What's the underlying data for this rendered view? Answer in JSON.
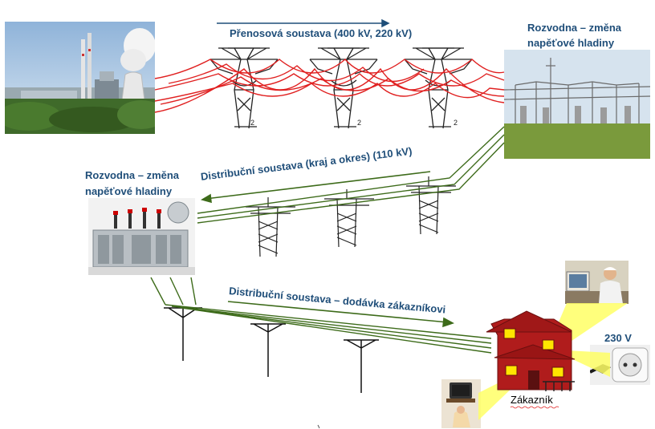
{
  "labels": {
    "transmission": "Přenosová soustava (400 kV, 220 kV)",
    "substation_top_line1": "Rozvodna – změna",
    "substation_top_line2": "napěťové hladiny",
    "distribution_region": "Distribuční soustava (kraj a okres) (110 kV)",
    "substation_left_line1": "Rozvodna – změna",
    "substation_left_line2": "napěťové hladiny",
    "distribution_customer": "Distribuční soustava – dodávka  zákazníkovi",
    "voltage": "230 V",
    "customer": "Zákazník",
    "tower_marks": [
      "2",
      "2",
      "2"
    ]
  },
  "icons": {
    "power_plant": "power-plant-photo",
    "substation": "substation-photo",
    "transformer": "transformer-photo",
    "house": "house-icon",
    "computer_user": "computer-user-photo",
    "tv_viewer": "tv-viewer-photo",
    "socket": "socket-plug-photo"
  },
  "colors": {
    "label_blue": "#1f4e79",
    "hv_red": "#e02020",
    "mv_green": "#3d6b1a",
    "house_red": "#b01c1c",
    "window_yellow": "#ffe600",
    "light_beam": "#ffff66"
  }
}
